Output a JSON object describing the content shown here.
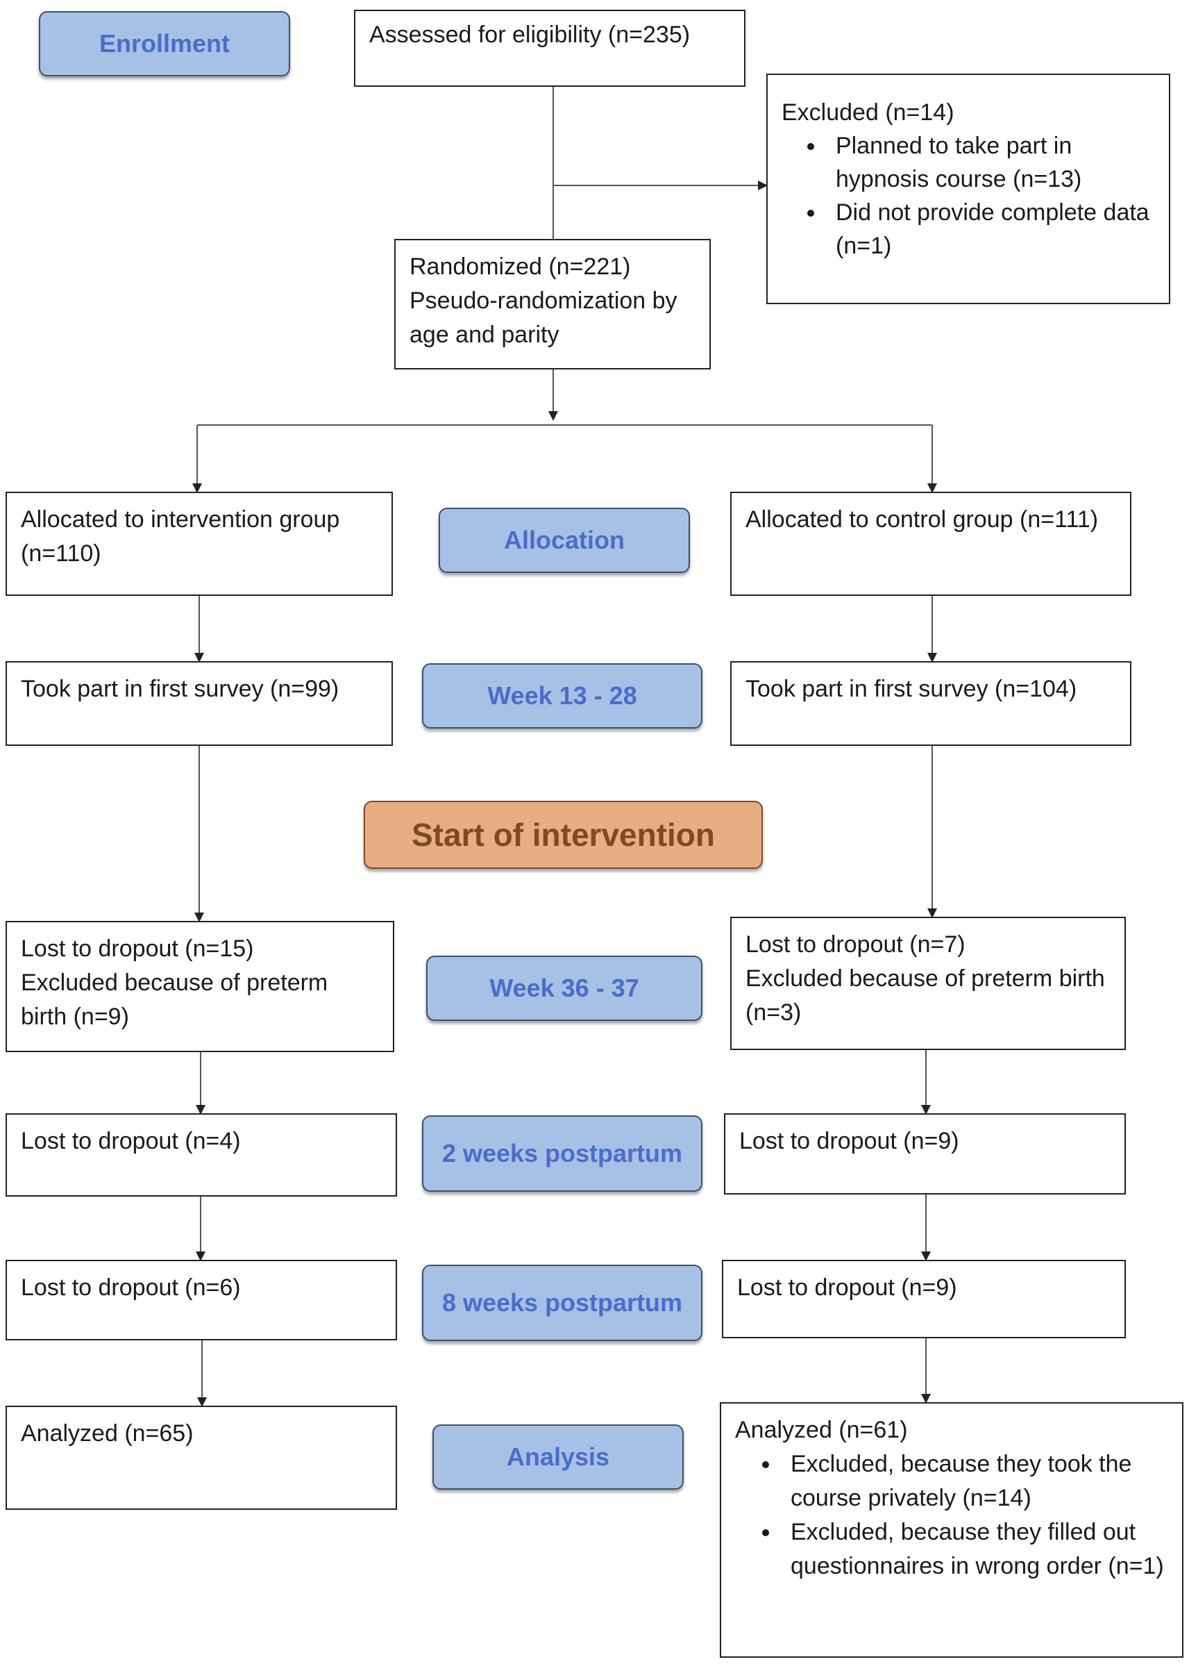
{
  "stages": {
    "enrollment": "Enrollment",
    "allocation": "Allocation",
    "week13": "Week 13 - 28",
    "start": "Start of intervention",
    "week36": "Week 36 - 37",
    "pp2": "2 weeks postpartum",
    "pp8": "8 weeks postpartum",
    "analysis": "Analysis"
  },
  "assessed": "Assessed for eligibility (n=235)",
  "excluded": {
    "title": "Excluded (n=14)",
    "items": [
      "Planned to take part in hypnosis course (n=13)",
      "Did not provide complete data (n=1)"
    ]
  },
  "randomized": {
    "line1": "Randomized (n=221)",
    "line2": "Pseudo-randomization by age and parity"
  },
  "intervention": {
    "allocated": "Allocated to intervention group (n=110)",
    "first_survey": "Took part in first survey (n=99)",
    "week36_line1": "Lost to dropout (n=15)",
    "week36_line2": "Excluded because of preterm birth (n=9)",
    "pp2": "Lost to dropout (n=4)",
    "pp8": "Lost to dropout (n=6)",
    "analyzed": "Analyzed (n=65)"
  },
  "control": {
    "allocated": "Allocated to control group (n=111)",
    "first_survey": "Took part in first survey (n=104)",
    "week36_line1": "Lost to dropout (n=7)",
    "week36_line2": "Excluded because of preterm birth (n=3)",
    "pp2": "Lost to dropout (n=9)",
    "pp8": "Lost to dropout (n=9)",
    "analyzed": "Analyzed (n=61)",
    "analyzed_items": [
      "Excluded, because they took the course privately (n=14)",
      "Excluded, because they filled out questionnaires in wrong order (n=1)"
    ]
  }
}
